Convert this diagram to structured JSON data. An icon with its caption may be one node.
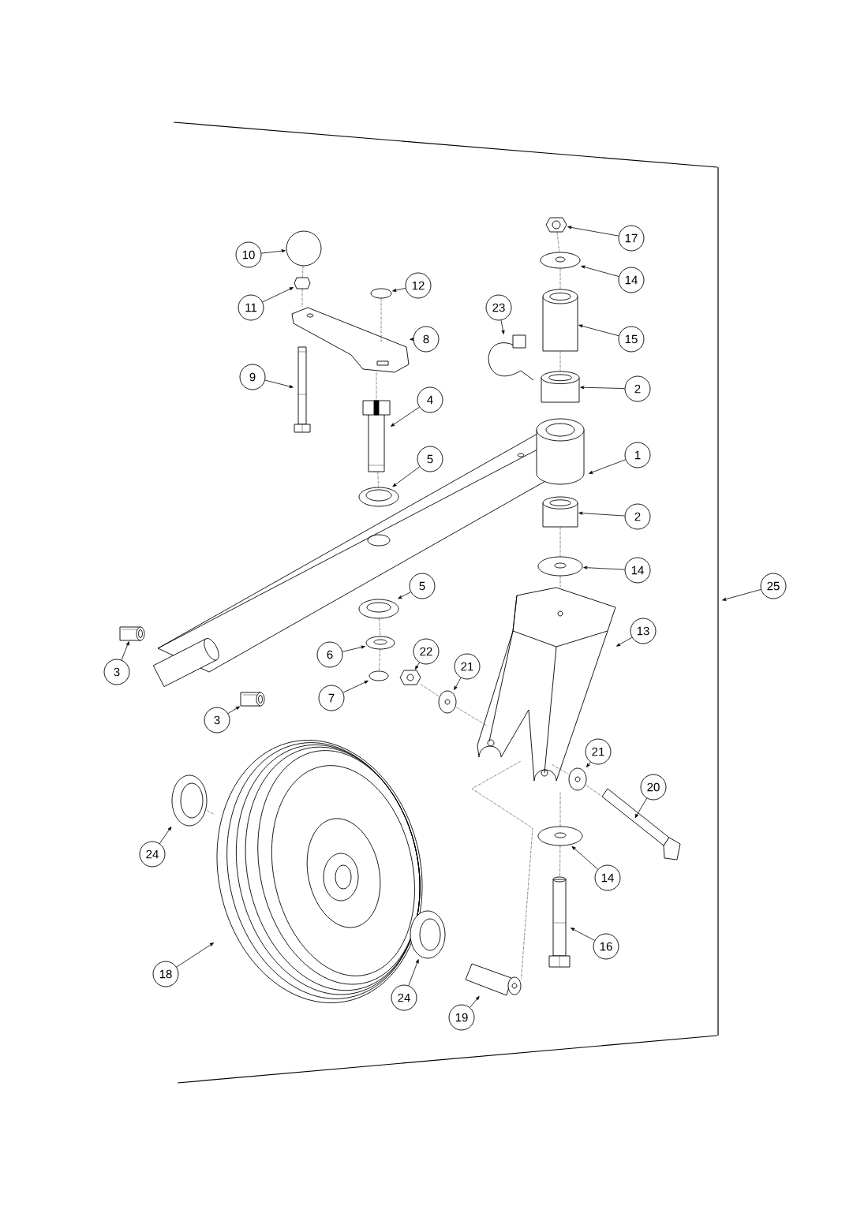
{
  "diagram": {
    "nodes": [
      {
        "text": [
          "17"
        ]
      },
      {
        "text": [
          "10"
        ]
      },
      {
        "text": [
          "14"
        ]
      },
      {
        "text": [
          "12"
        ]
      },
      {
        "text": [
          "11"
        ]
      },
      {
        "text": [
          "23"
        ]
      },
      {
        "text": [
          "15"
        ]
      },
      {
        "text": [
          "8"
        ]
      },
      {
        "text": [
          "9"
        ]
      },
      {
        "text": [
          "2"
        ]
      },
      {
        "text": [
          "4"
        ]
      },
      {
        "text": [
          "1"
        ]
      },
      {
        "text": [
          "5"
        ]
      },
      {
        "text": [
          "2"
        ]
      },
      {
        "text": [
          "14"
        ]
      },
      {
        "text": [
          "25"
        ]
      },
      {
        "text": [
          "5"
        ]
      },
      {
        "text": [
          "13"
        ]
      },
      {
        "text": [
          "3"
        ]
      },
      {
        "text": [
          "6"
        ]
      },
      {
        "text": [
          "22"
        ]
      },
      {
        "text": [
          "21"
        ]
      },
      {
        "text": [
          "7"
        ]
      },
      {
        "text": [
          "3"
        ]
      },
      {
        "text": [
          "21"
        ]
      },
      {
        "text": [
          "20"
        ]
      },
      {
        "text": [
          "24"
        ]
      },
      {
        "text": [
          "14"
        ]
      },
      {
        "text": [
          "16"
        ]
      },
      {
        "text": [
          "18"
        ]
      },
      {
        "text": [
          "24"
        ]
      },
      {
        "text": [
          "19"
        ]
      },
      {
        "text": [],
        "shape": "picture"
      },
      {
        "text": [],
        "shape": "circle"
      },
      {
        "text": [],
        "shape": "picture"
      },
      {
        "text": [],
        "shape": "ellipse"
      },
      {
        "text": [],
        "shape": "hexagon"
      },
      {
        "text": [],
        "shape": "picture"
      },
      {
        "text": [],
        "shape": "cylinder"
      },
      {
        "text": [],
        "shape": "picture"
      },
      {
        "text": [],
        "shape": "picture"
      },
      {
        "text": [],
        "shape": "cylinder"
      },
      {
        "text": [],
        "shape": "picture"
      },
      {
        "text": [],
        "shape": "picture"
      },
      {
        "text": [],
        "shape": "picture"
      },
      {
        "text": [],
        "shape": "cylinder"
      },
      {
        "text": [],
        "shape": "picture"
      },
      {
        "text": [],
        "shape": "picture"
      },
      {
        "text": [],
        "shape": "picture"
      },
      {
        "text": [],
        "shape": "picture"
      },
      {
        "text": [],
        "shape": "picture"
      },
      {
        "text": [],
        "shape": "picture"
      },
      {
        "text": [],
        "shape": "picture"
      },
      {
        "text": [],
        "shape": "picture"
      },
      {
        "text": [],
        "shape": "ellipse"
      },
      {
        "text": [],
        "shape": "picture"
      },
      {
        "text": [],
        "shape": "picture"
      },
      {
        "text": [],
        "shape": "picture"
      },
      {
        "text": [],
        "shape": "picture"
      },
      {
        "text": [],
        "shape": "picture"
      },
      {
        "text": [],
        "shape": "picture"
      },
      {
        "text": [],
        "shape": "picture"
      },
      {
        "text": [],
        "shape": "picture"
      },
      {
        "text": [],
        "shape": "picture"
      }
    ],
    "edges": [
      {
        "from": 0,
        "to": 32,
        "arrow": "to"
      },
      {
        "from": 1,
        "to": 33,
        "arrow": "to"
      },
      {
        "from": 2,
        "to": 34,
        "arrow": "to"
      },
      {
        "from": 3,
        "to": 35,
        "arrow": "to"
      },
      {
        "from": 4,
        "to": 36,
        "arrow": "to"
      },
      {
        "from": 5,
        "to": 37,
        "arrow": "to"
      },
      {
        "from": 6,
        "to": 38,
        "arrow": "to"
      },
      {
        "from": 7,
        "to": 39,
        "arrow": "to"
      },
      {
        "from": 8,
        "to": 40,
        "arrow": "to"
      },
      {
        "from": 9,
        "to": 41,
        "arrow": "to"
      },
      {
        "from": 10,
        "to": 42,
        "arrow": "to"
      },
      {
        "from": 11,
        "to": 43,
        "arrow": "to"
      },
      {
        "from": 12,
        "to": 44,
        "arrow": "to"
      },
      {
        "from": 13,
        "to": 45,
        "arrow": "to"
      },
      {
        "from": 14,
        "to": 46,
        "arrow": "to"
      },
      {
        "from": 15,
        "to": 47,
        "arrow": "to"
      },
      {
        "from": 16,
        "to": 48,
        "arrow": "to"
      },
      {
        "from": 17,
        "to": 49,
        "arrow": "to"
      },
      {
        "from": 18,
        "to": 50,
        "arrow": "to"
      },
      {
        "from": 19,
        "to": 51,
        "arrow": "to"
      },
      {
        "from": 20,
        "to": 52,
        "arrow": "to"
      },
      {
        "from": 21,
        "to": 53,
        "arrow": "to"
      },
      {
        "from": 22,
        "to": 54,
        "arrow": "to"
      },
      {
        "from": 23,
        "to": 55,
        "arrow": "to"
      },
      {
        "from": 24,
        "to": 56,
        "arrow": "to"
      },
      {
        "from": 25,
        "to": 57,
        "arrow": "to"
      },
      {
        "from": 26,
        "to": 58,
        "arrow": "to"
      },
      {
        "from": 27,
        "to": 59,
        "arrow": "to"
      },
      {
        "from": 28,
        "to": 60,
        "arrow": "to"
      },
      {
        "from": 29,
        "to": 61,
        "arrow": "to"
      },
      {
        "from": 30,
        "to": 62,
        "arrow": "to"
      },
      {
        "from": 31,
        "to": 63,
        "arrow": "to"
      },
      {
        "from": 32,
        "to": 34,
        "arrow": "none",
        "style": "dashed"
      },
      {
        "from": 34,
        "to": 38,
        "arrow": "none",
        "style": "dashed"
      },
      {
        "from": 38,
        "to": 41,
        "arrow": "none",
        "style": "dashed"
      },
      {
        "from": 45,
        "to": 46,
        "arrow": "none",
        "style": "dashed"
      },
      {
        "from": 46,
        "to": 49,
        "arrow": "none",
        "style": "dashed"
      },
      {
        "from": 49,
        "to": 59,
        "arrow": "none",
        "style": "dashed"
      },
      {
        "from": 59,
        "to": 60,
        "arrow": "none",
        "style": "dashed"
      },
      {
        "from": 33,
        "to": 36,
        "arrow": "none",
        "style": "dashed"
      },
      {
        "from": 36,
        "to": 39,
        "arrow": "none",
        "style": "dashed"
      },
      {
        "from": 35,
        "to": 39,
        "arrow": "none",
        "style": "dashed"
      },
      {
        "from": 39,
        "to": 42,
        "arrow": "none",
        "style": "dashed"
      },
      {
        "from": 42,
        "to": 44,
        "arrow": "none",
        "style": "dashed"
      },
      {
        "from": 48,
        "to": 51,
        "arrow": "none",
        "style": "dashed"
      },
      {
        "from": 51,
        "to": 54,
        "arrow": "none",
        "style": "dashed"
      },
      {
        "from": 52,
        "to": 53,
        "arrow": "none",
        "style": "dashed"
      },
      {
        "from": 53,
        "to": 49,
        "arrow": "none",
        "style": "dashed"
      },
      {
        "from": 49,
        "to": 56,
        "arrow": "none",
        "style": "dashed"
      },
      {
        "from": 56,
        "to": 57,
        "arrow": "none",
        "style": "dashed"
      },
      {
        "from": 49,
        "to": 63,
        "arrow": "none",
        "style": "dashed"
      },
      {
        "from": 58,
        "to": 61,
        "arrow": "none",
        "style": "dashed"
      }
    ]
  }
}
